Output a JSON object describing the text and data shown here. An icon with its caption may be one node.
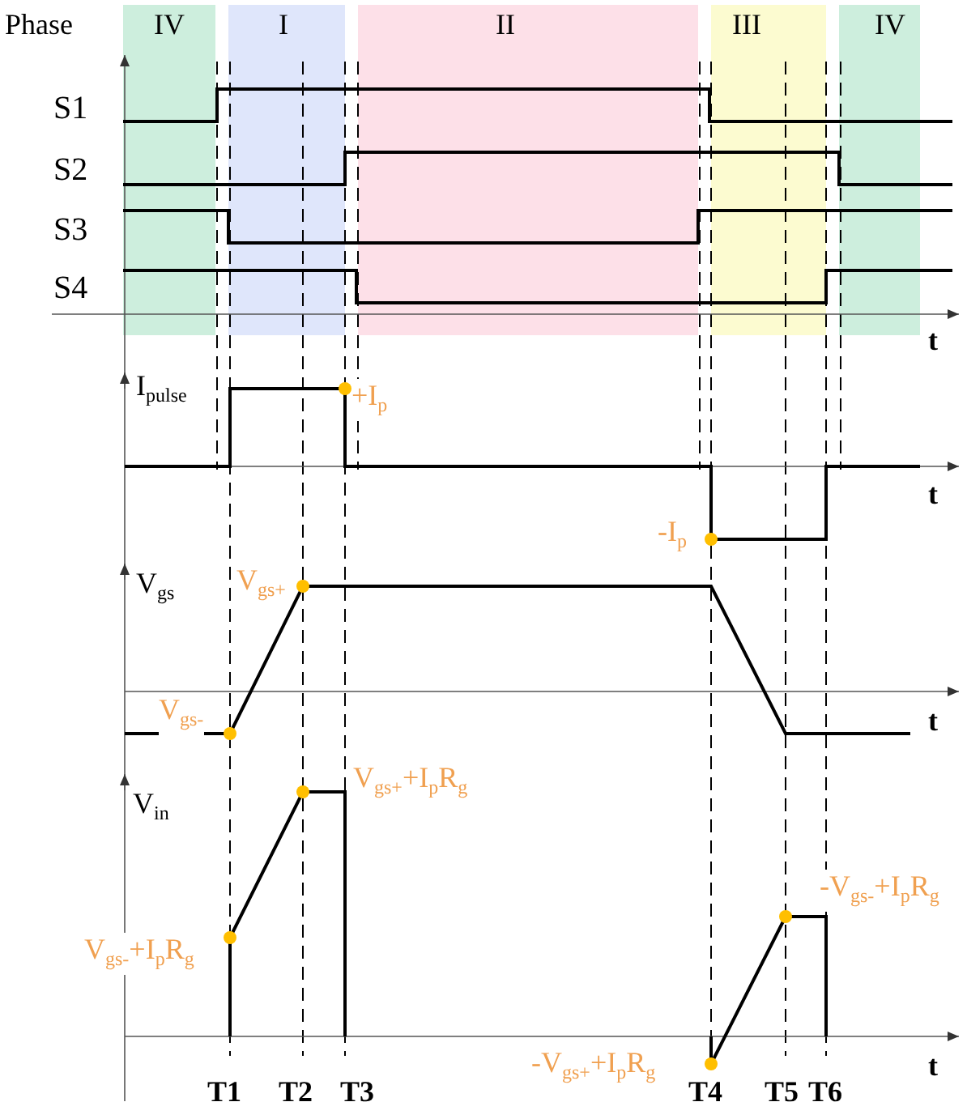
{
  "diagram": {
    "labels": [
      "Phase",
      "IV",
      "I",
      "II",
      "III",
      "IV",
      "S1",
      "S2",
      "S3",
      "S4",
      "t",
      "I$_{pulse}$",
      "+I$_{p}$",
      "t",
      "-I$_{p}$",
      "V$_{gs}$",
      "V$_{gs+}$",
      "V$_{gs-}$",
      "t",
      "V$_{in}$",
      "V$_{gs+}$+I$_{p}$R$_{g}$",
      "V$_{gs-}$+I$_{p}$R$_{g}$",
      "-V$_{gs-}$+I$_{p}$R$_{g}$",
      "-V$_{gs+}$+I$_{p}$R$_{g}$",
      "t",
      "T1",
      "T2",
      "T3",
      "T4",
      "T5",
      "T6"
    ]
  }
}
